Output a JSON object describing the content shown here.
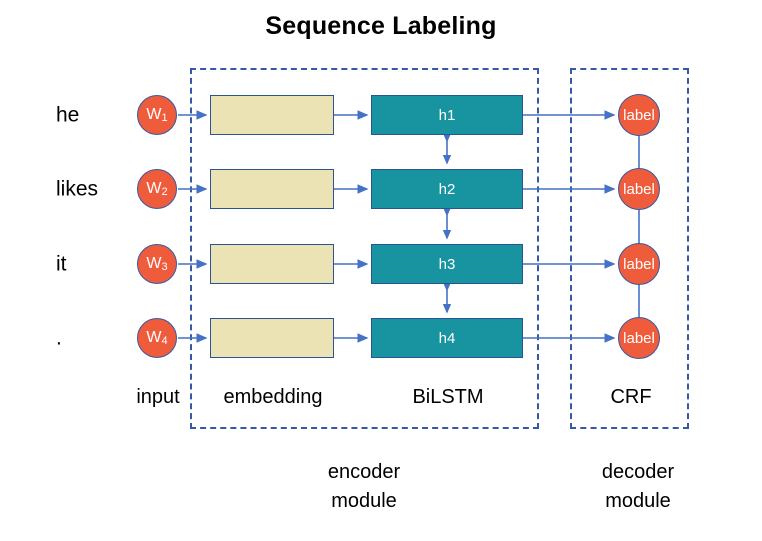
{
  "title": "Sequence Labeling",
  "colors": {
    "token_circle": "#ef5c3c",
    "embedding_box": "#ece3b5",
    "hidden_box": "#1894a0",
    "arrow": "#4472c4",
    "frame_dash": "#3558a8",
    "border": "#2a5496",
    "text": "#000000",
    "background": "#ffffff"
  },
  "rows": [
    {
      "word": "he",
      "token": "W",
      "token_index": "1",
      "hidden": "h1",
      "label": "label"
    },
    {
      "word": "likes",
      "token": "W",
      "token_index": "2",
      "hidden": "h2",
      "label": "label"
    },
    {
      "word": "it",
      "token": "W",
      "token_index": "3",
      "hidden": "h3",
      "label": "label"
    },
    {
      "word": ".",
      "token": "W",
      "token_index": "4",
      "hidden": "h4",
      "label": "label"
    }
  ],
  "columns": {
    "input": "input",
    "embedding": "embedding",
    "bilstm": "BiLSTM",
    "crf": "CRF"
  },
  "modules": {
    "encoder_line1": "encoder",
    "encoder_line2": "module",
    "decoder_line1": "decoder",
    "decoder_line2": "module"
  }
}
